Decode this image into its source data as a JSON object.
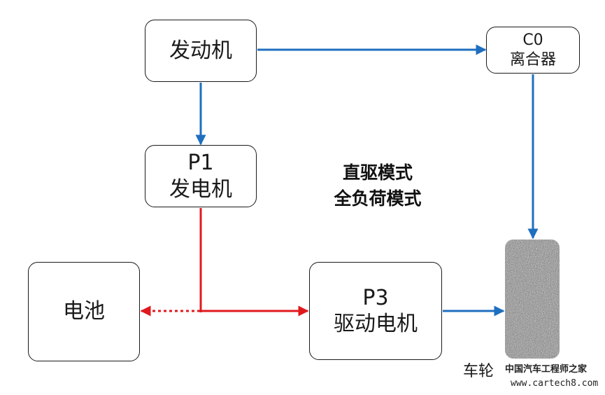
{
  "diagram": {
    "mode_lines": [
      "直驱模式",
      "全负荷模式"
    ],
    "nodes": {
      "engine": {
        "lines": [
          "发动机"
        ]
      },
      "clutch": {
        "lines": [
          "C0",
          "离合器"
        ]
      },
      "p1": {
        "lines": [
          "P1",
          "发电机"
        ]
      },
      "battery": {
        "lines": [
          "电池"
        ]
      },
      "p3": {
        "lines": [
          "P3",
          "驱动电机"
        ]
      },
      "wheel": {
        "label": "车轮"
      }
    },
    "colors": {
      "mechanical_flow": "#1f6fbf",
      "electrical_flow": "#e0191e",
      "box_border": "#1a1a1a"
    },
    "watermark": {
      "cn": "中国汽车工程师之家",
      "url": "www.cartech8.com"
    }
  }
}
